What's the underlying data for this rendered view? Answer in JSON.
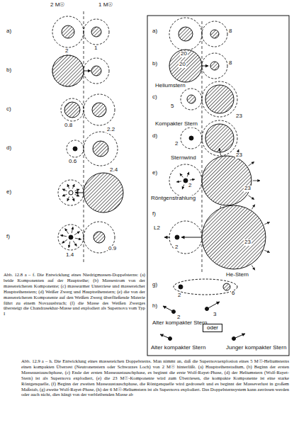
{
  "diagram": {
    "caption": "Abb. 12.9 a – h. Die Entwicklung eines massereichen Doppelsterns. Man nimmt an, daß die Supernovaexplosion eines 5 M☉-Heliumsterns einen kompakten Überrest (Neutronenstern oder Schwarzes Loch) von 2 M☉ hinterläßt. (a) Hauptreihenstadium, (b) Beginn der ersten Masseaustauschphase, (c) Ende der ersten Masseaustauschphase, es beginnt die erste Wolf-Rayet-Phase, (d) der Heliumstern (Wolf-Rayet-Stern) ist als Supernova explodiert, (e) die 23 M☉-Komponente wird zum Überriesen, die kompakte Komponente ist eine starke Röntgenquelle, (f) Beginn der zweiten Masseaustauschphase, die Röntgenquelle wird gedrosselt und es beginnt der Masseverlust in großem Maßstab, (g) zweite Wolf-Rayet-Phase, (h) der 6 M☉-Heliumstern ist als Supernova explodiert. Das Doppelsternsystem kann zerrissen werden oder auch nicht, dies hängt von der verbleibenden Masse ab",
    "nodes": [
      {
        "text": [
          "oder"
        ]
      }
    ],
    "labels": [
      "2 M☉",
      "1 M☉",
      "a)",
      "2",
      "1",
      "b)",
      "c)",
      "0.8",
      "2.2",
      "d)",
      "0.6",
      "2.4",
      "e)",
      "f)",
      "1.4",
      "0.9",
      "Abb. 12.8 a – f. Die Entwicklung eines Niedrigmassen-Doppelsterns: (a) beide Komponenten auf der Hauptreihe; (b) Massestrom von der massereicheren Komponente; (c) massearmer Unterriese und massereicher Hauptreihenstern; (d) Weißer Zwerg und Hauptreihenstern; (e) die von der massereicheren Komponente auf den Weißen Zwerg überfließende Materie führt zu einem Novaausbruch; (f) die Masse des Weißen Zwerges übersteigt die Chandrasekhar-Masse und explodiert als Supernova vom Typ I",
      "a)",
      "20",
      "8",
      "b)",
      "20",
      "8",
      "c)",
      "Heliumstern",
      "5",
      "23",
      "d)",
      "Kompakter Stern",
      "2",
      "23",
      "e)",
      "Sternwind",
      "Röntgenstrahlung",
      "2",
      "23",
      "f)",
      "L2",
      "2",
      "23",
      "g)",
      "He-Stern",
      "2",
      "6",
      "h)",
      "3",
      "2",
      "Alter kompakter Stern",
      "Alter kompakter Stern",
      "Junger kompakter Stern"
    ]
  }
}
